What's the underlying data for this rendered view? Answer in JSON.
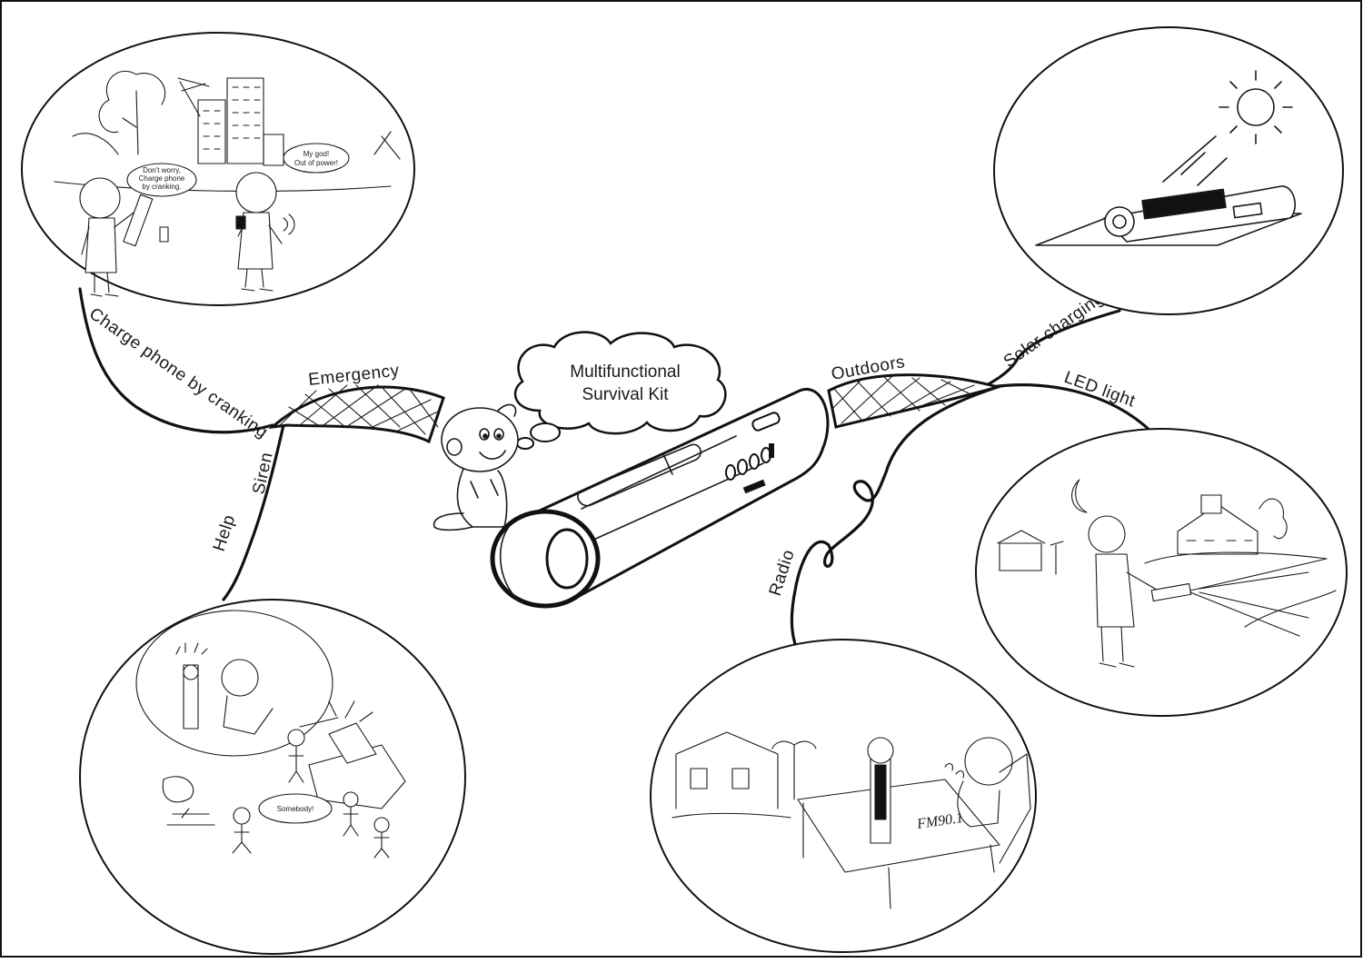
{
  "center": {
    "title_line1": "Multifunctional",
    "title_line2": "Survival Kit"
  },
  "labels": {
    "emergency": "Emergency",
    "outdoors": "Outdoors",
    "charge_phone": "Charge phone by cranking",
    "siren": "Siren",
    "help": "Help",
    "solar_charging": "Solar charging",
    "led_light": "LED light",
    "radio": "Radio"
  },
  "speech": {
    "dont_worry_1": "Don't worry,",
    "dont_worry_2": "Charge phone",
    "dont_worry_3": "by cranking.",
    "my_god_1": "My god!",
    "my_god_2": "Out of power!",
    "somebody": "Somebody!",
    "fm": "FM90.1"
  }
}
